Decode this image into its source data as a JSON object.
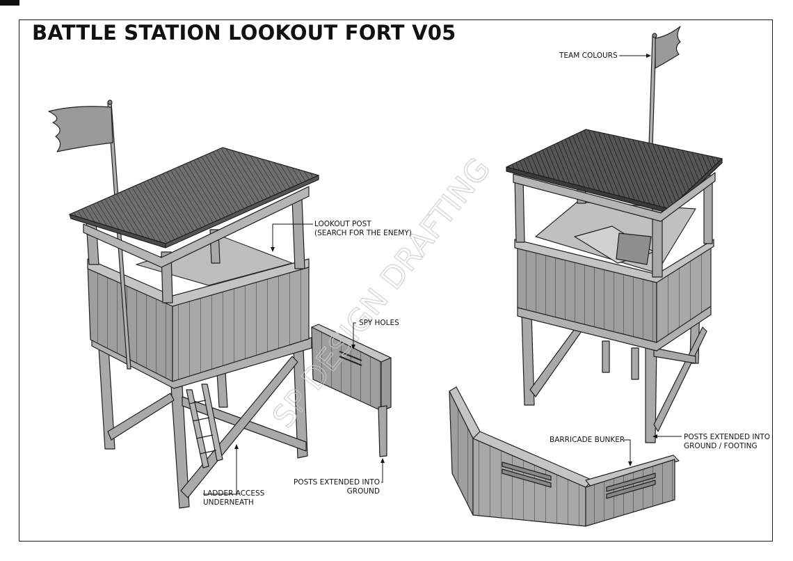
{
  "title": "BATTLE STATION LOOKOUT FORT V05",
  "watermark": "SP DESIGN DRAFTING",
  "labels": {
    "lookout_post_1": "LOOKOUT POST",
    "lookout_post_2": "(SEARCH FOR THE ENEMY)",
    "spy_holes": "SPY HOLES",
    "ladder_1": "LADDER ACCESS",
    "ladder_2": "UNDERNEATH",
    "posts_ground_1": "POSTS EXTENDED INTO",
    "posts_ground_2": "GROUND",
    "team_colours": "TEAM COLOURS",
    "barricade": "BARRICADE BUNKER",
    "posts_footing_1": "POSTS EXTENDED INTO",
    "posts_footing_2": "GROUND / FOOTING"
  },
  "colors": {
    "timber": "#a9a9a9",
    "timber_dark": "#8c8c8c",
    "timber_light": "#c4c4c4",
    "roof": "#6e6e6e",
    "roof_dark": "#3c3c3c",
    "flag": "#9a9a9a",
    "outline": "#1e1e1e"
  }
}
